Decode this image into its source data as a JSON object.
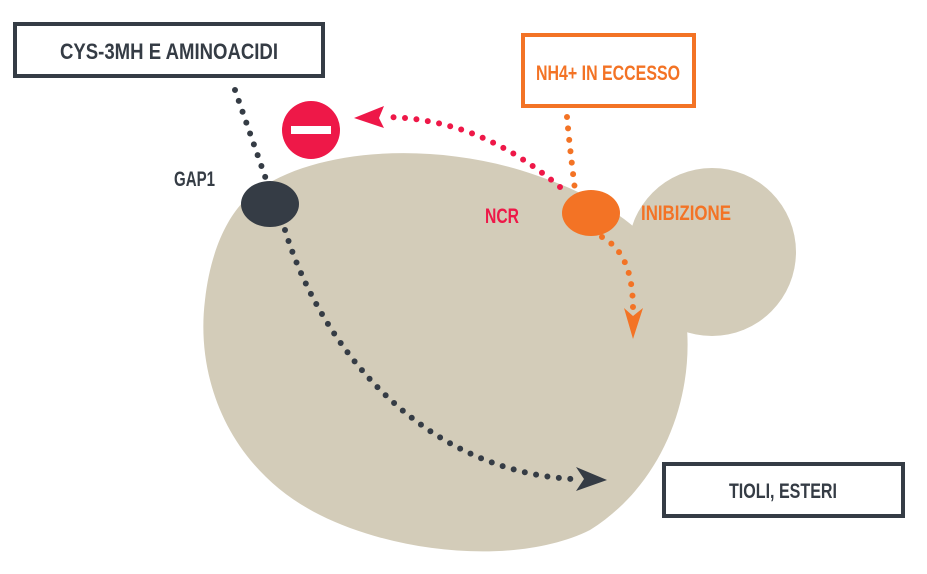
{
  "boxes": {
    "input": "CYS-3MH E AMINOACIDI",
    "excess": "NH4+ IN ECCESSO",
    "output": "TIOLI, ESTERI"
  },
  "labels": {
    "transporter": "GAP1",
    "regulation": "NCR",
    "effect": "INIBIZIONE"
  },
  "icons": {
    "inhibit": "minus-circle-icon"
  },
  "colors": {
    "dark": "#353c45",
    "orange": "#f37325",
    "red": "#ee1848",
    "cell": "#d3ccb9"
  }
}
